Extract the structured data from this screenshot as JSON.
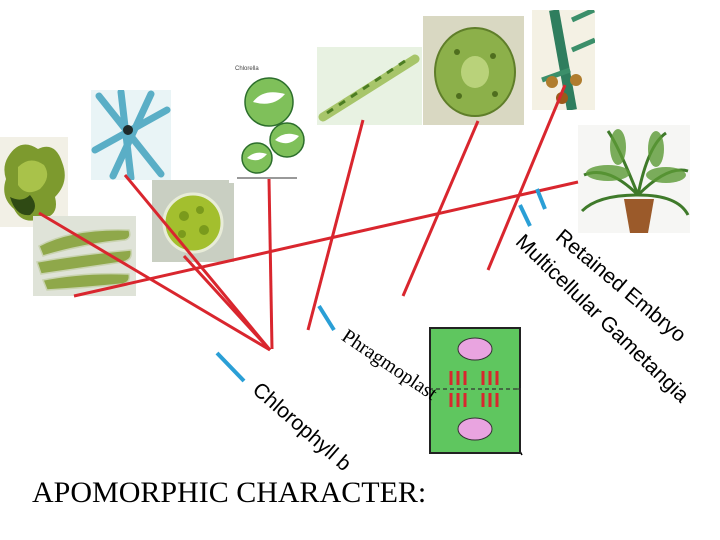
{
  "characters": [
    {
      "label": "Chlorophyll b"
    },
    {
      "label": "Phragmoplast"
    },
    {
      "label": "Multicellular Gametangia"
    },
    {
      "label": "Retained Embryo"
    }
  ],
  "footer": {
    "heading": "APOMORPHIC CHARACTER:"
  },
  "chlorella_caption": "Chlorella",
  "colors": {
    "tree": "#d9262e",
    "marker": "#2a9fd6",
    "cell_plate": "#d9262e",
    "cell_bg": "#5fc65f",
    "nucleus": "#e9a4e0"
  }
}
